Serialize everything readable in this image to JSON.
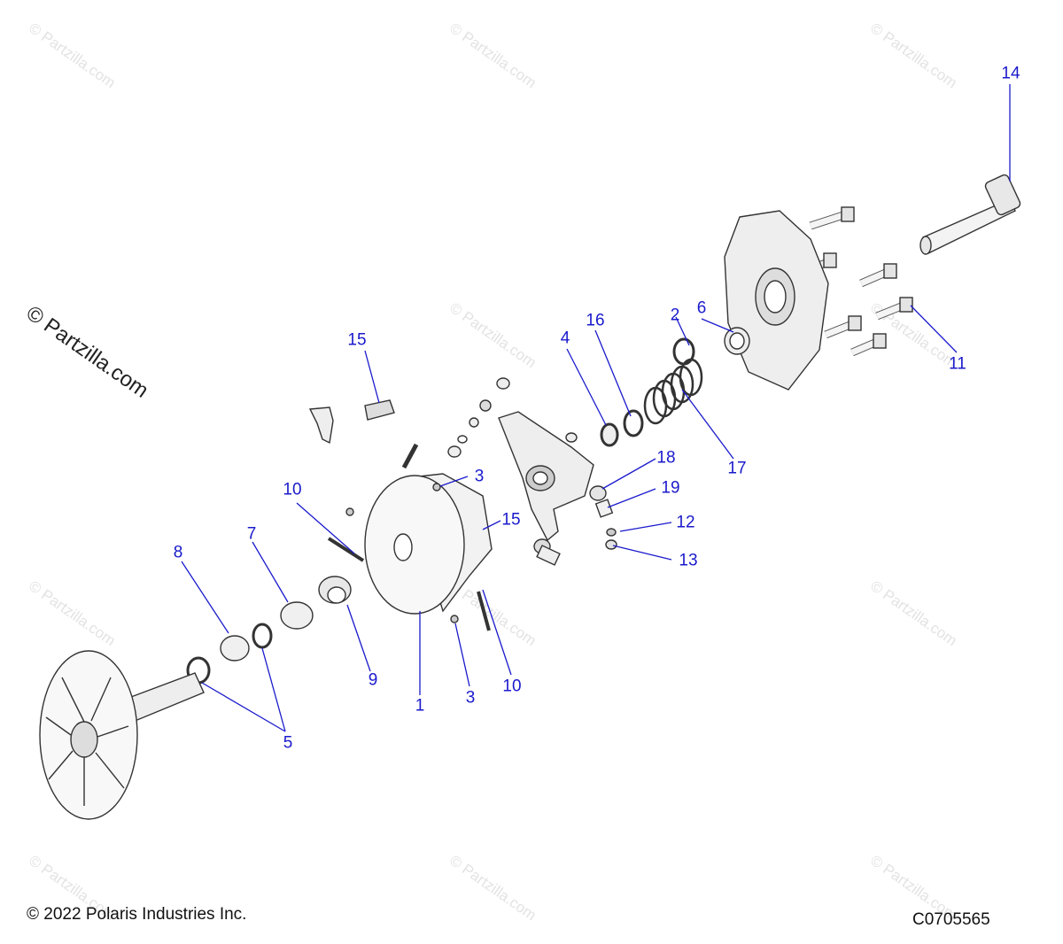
{
  "watermark": {
    "small_text": "© Partzilla.com",
    "large_text": "© Partzilla.com"
  },
  "callouts": [
    "14",
    "15",
    "16",
    "4",
    "2",
    "6",
    "11",
    "3",
    "18",
    "19",
    "12",
    "13",
    "17",
    "10",
    "15",
    "7",
    "8",
    "9",
    "1",
    "3",
    "10",
    "5"
  ],
  "footer": {
    "copyright": "© 2022 Polaris Industries Inc.",
    "diagram_code": "C0705565"
  },
  "colors": {
    "callout": "#1a1acc",
    "line": "#1a1acc",
    "part_stroke": "#333333"
  }
}
